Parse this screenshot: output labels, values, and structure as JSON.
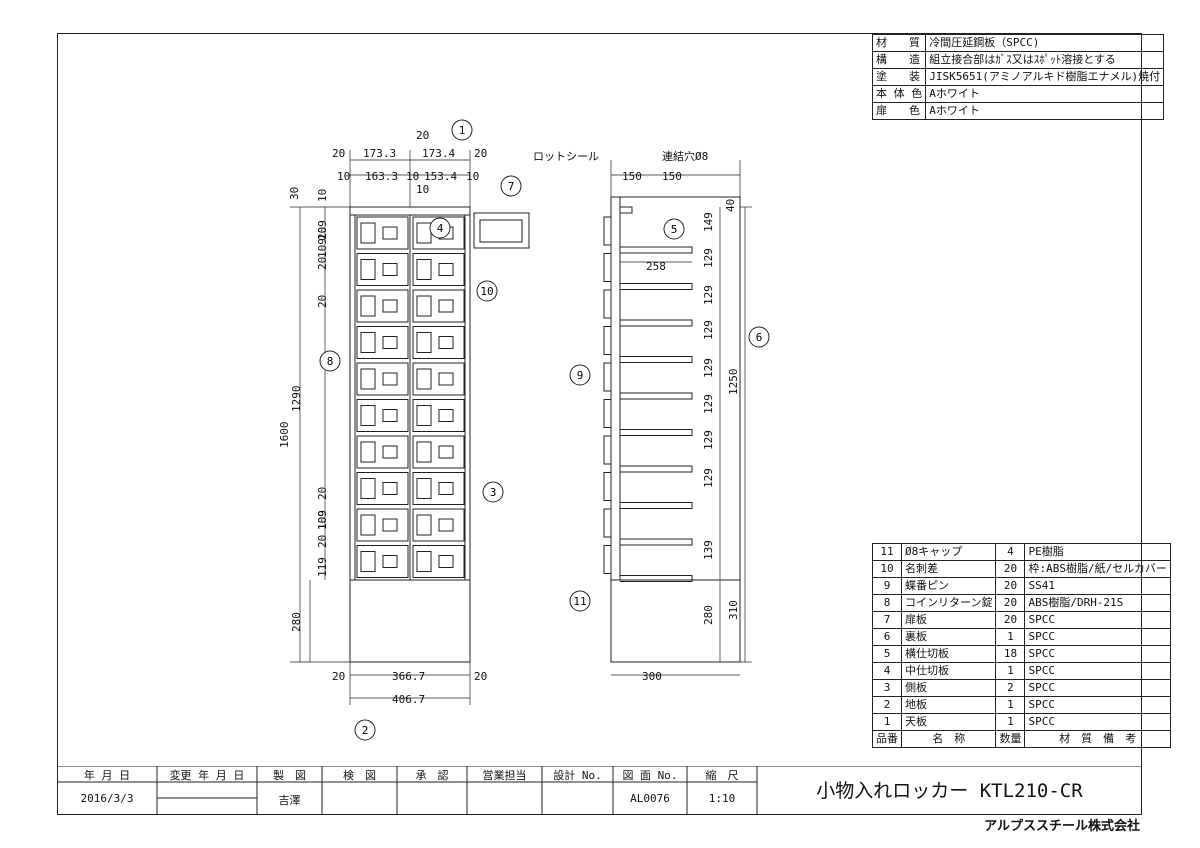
{
  "spec_table": [
    {
      "label": "材　　質",
      "value": "冷間圧延鋼板（SPCC)"
    },
    {
      "label": "構　　造",
      "value": "組立接合部はｶﾞｽ又はｽﾎﾟｯﾄ溶接とする"
    },
    {
      "label": "塗　　装",
      "value": "JISK5651(アミノアルキド樹脂エナメル)焼付"
    },
    {
      "label": "本 体 色",
      "value": "Aホワイト"
    },
    {
      "label": "扉　　色",
      "value": "Aホワイト"
    }
  ],
  "parts_table": {
    "rows": [
      {
        "no": "11",
        "name": "Ø8キャップ",
        "qty": "4",
        "material": "PE樹脂"
      },
      {
        "no": "10",
        "name": "名刺差",
        "qty": "20",
        "material": "枠:ABS樹脂/紙/セルカバー"
      },
      {
        "no": "9",
        "name": "蝶番ピン",
        "qty": "20",
        "material": "SS41"
      },
      {
        "no": "8",
        "name": "コインリターン錠",
        "qty": "20",
        "material": "ABS樹脂/DRH-21S"
      },
      {
        "no": "7",
        "name": "扉板",
        "qty": "20",
        "material": "SPCC"
      },
      {
        "no": "6",
        "name": "裏板",
        "qty": "1",
        "material": "SPCC"
      },
      {
        "no": "5",
        "name": "横仕切板",
        "qty": "18",
        "material": "SPCC"
      },
      {
        "no": "4",
        "name": "中仕切板",
        "qty": "1",
        "material": "SPCC"
      },
      {
        "no": "3",
        "name": "側板",
        "qty": "2",
        "material": "SPCC"
      },
      {
        "no": "2",
        "name": "地板",
        "qty": "1",
        "material": "SPCC"
      },
      {
        "no": "1",
        "name": "天板",
        "qty": "1",
        "material": "SPCC"
      }
    ],
    "header": {
      "no": "品番",
      "name": "名　称",
      "qty": "数量",
      "material": "材　質　備　考"
    }
  },
  "title_block": {
    "headers": [
      "年 月 日",
      "変更 年 月 日",
      "製　図",
      "検　図",
      "承　認",
      "営業担当",
      "設計 No.",
      "図 面 No.",
      "縮　尺"
    ],
    "date": "2016/3/3",
    "drafter": "吉澤",
    "drawing_no": "AL0076",
    "scale": "1:10",
    "title": "小物入れロッカー KTL210-CR",
    "company": "アルプススチール株式会社"
  },
  "front_view": {
    "dims_top": [
      "20",
      "173.3",
      "20",
      "173.4",
      "20",
      "10",
      "163.3",
      "10",
      "153.4",
      "10",
      "10"
    ],
    "dims_left": [
      "30",
      "10",
      "109",
      "20",
      "109",
      "20",
      "20",
      "109",
      "20",
      "109",
      "20",
      "119",
      "280",
      "1290",
      "1600"
    ],
    "dims_bottom": [
      "20",
      "366.7",
      "20",
      "406.7"
    ]
  },
  "side_view": {
    "labels": [
      "ロットシール",
      "連結穴Ø8"
    ],
    "dims_top": [
      "150",
      "150"
    ],
    "dims_right": [
      "40",
      "149",
      "129",
      "129",
      "129",
      "129",
      "129",
      "129",
      "129",
      "139",
      "280",
      "310",
      "1250"
    ],
    "dim_shelf": "258",
    "dim_bottom": "300"
  },
  "balloons": [
    "1",
    "2",
    "3",
    "4",
    "5",
    "6",
    "7",
    "8",
    "9",
    "10",
    "11"
  ]
}
